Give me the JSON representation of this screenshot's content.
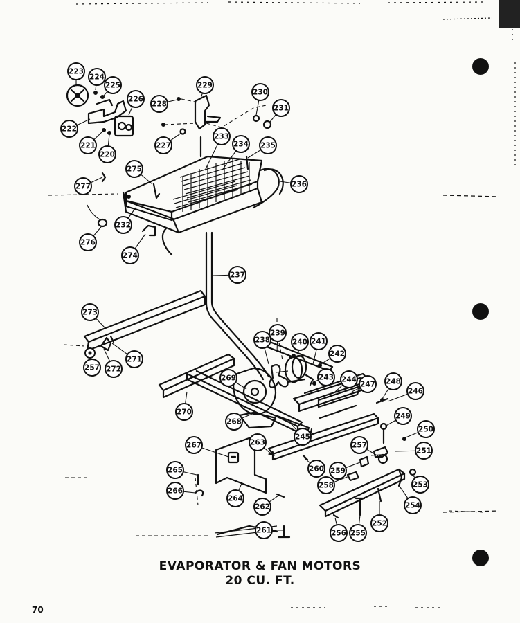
{
  "caption": {
    "line1": "EVAPORATOR & FAN MOTORS",
    "line2": "20 CU. FT."
  },
  "page_number": "70",
  "callouts": [
    {
      "id": "c223",
      "label": "223"
    },
    {
      "id": "c224",
      "label": "224"
    },
    {
      "id": "c225",
      "label": "225"
    },
    {
      "id": "c226",
      "label": "226"
    },
    {
      "id": "c222",
      "label": "222"
    },
    {
      "id": "c221",
      "label": "221"
    },
    {
      "id": "c220",
      "label": "220"
    },
    {
      "id": "c228",
      "label": "228"
    },
    {
      "id": "c229",
      "label": "229"
    },
    {
      "id": "c227",
      "label": "227"
    },
    {
      "id": "c230",
      "label": "230"
    },
    {
      "id": "c231",
      "label": "231"
    },
    {
      "id": "c233",
      "label": "233"
    },
    {
      "id": "c234",
      "label": "234"
    },
    {
      "id": "c235",
      "label": "235"
    },
    {
      "id": "c275",
      "label": "275"
    },
    {
      "id": "c236",
      "label": "236"
    },
    {
      "id": "c277",
      "label": "277"
    },
    {
      "id": "c232",
      "label": "232"
    },
    {
      "id": "c276",
      "label": "276"
    },
    {
      "id": "c274",
      "label": "274"
    },
    {
      "id": "c237",
      "label": "237"
    },
    {
      "id": "c273",
      "label": "273"
    },
    {
      "id": "c239",
      "label": "239"
    },
    {
      "id": "c238",
      "label": "238"
    },
    {
      "id": "c240",
      "label": "240"
    },
    {
      "id": "c241",
      "label": "241"
    },
    {
      "id": "c242",
      "label": "242"
    },
    {
      "id": "c257a",
      "label": "257"
    },
    {
      "id": "c272",
      "label": "272"
    },
    {
      "id": "c271",
      "label": "271"
    },
    {
      "id": "c269",
      "label": "269"
    },
    {
      "id": "c243",
      "label": "243"
    },
    {
      "id": "c244",
      "label": "244"
    },
    {
      "id": "c247",
      "label": "247"
    },
    {
      "id": "c248",
      "label": "248"
    },
    {
      "id": "c246",
      "label": "246"
    },
    {
      "id": "c270",
      "label": "270"
    },
    {
      "id": "c268",
      "label": "268"
    },
    {
      "id": "c249",
      "label": "249"
    },
    {
      "id": "c250",
      "label": "250"
    },
    {
      "id": "c245",
      "label": "245"
    },
    {
      "id": "c267",
      "label": "267"
    },
    {
      "id": "c263",
      "label": "263"
    },
    {
      "id": "c257b",
      "label": "257"
    },
    {
      "id": "c251",
      "label": "251"
    },
    {
      "id": "c265",
      "label": "265"
    },
    {
      "id": "c260",
      "label": "260"
    },
    {
      "id": "c259",
      "label": "259"
    },
    {
      "id": "c253",
      "label": "253"
    },
    {
      "id": "c258",
      "label": "258"
    },
    {
      "id": "c266",
      "label": "266"
    },
    {
      "id": "c264",
      "label": "264"
    },
    {
      "id": "c254",
      "label": "254"
    },
    {
      "id": "c262",
      "label": "262"
    },
    {
      "id": "c252",
      "label": "252"
    },
    {
      "id": "c256",
      "label": "256"
    },
    {
      "id": "c255",
      "label": "255"
    },
    {
      "id": "c261",
      "label": "261"
    }
  ]
}
